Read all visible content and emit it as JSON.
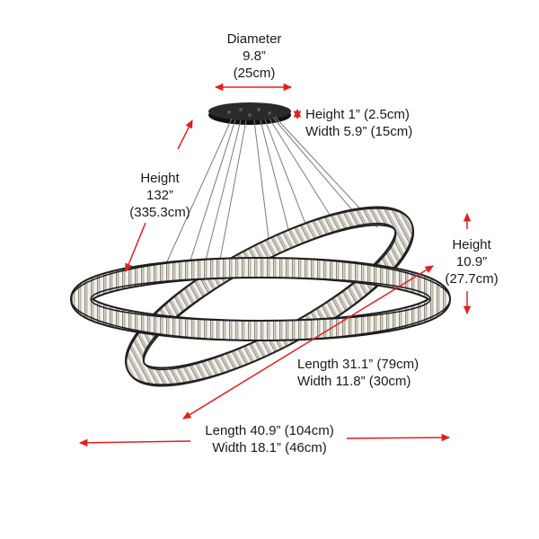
{
  "colors": {
    "arrow": "#e02020",
    "fixture_metal": "#1c1c1c",
    "crystal_light": "#e9e6e0",
    "crystal_mid": "#b9b4ab",
    "crystal_dark": "#6d6860",
    "wire": "#7a7a7a",
    "text": "#1a1a1a"
  },
  "labels": {
    "canopy_diameter": {
      "title": "Diameter",
      "inches": "9.8”",
      "cm": "(25cm)"
    },
    "canopy_height": {
      "height": "Height 1” (2.5cm)",
      "width": "Width 5.9” (15cm)"
    },
    "overall_height": {
      "title": "Height",
      "inches": "132”",
      "cm": "(335.3cm)"
    },
    "ring_height": {
      "title": "Height",
      "inches": "10.9”",
      "cm": "(27.7cm)"
    },
    "small_ring": {
      "length": "Length 31.1” (79cm)",
      "width": "Width 11.8”  (30cm)"
    },
    "large_ring": {
      "length": "Length 40.9” (104cm)",
      "width": "Width 18.1”  (46cm)"
    }
  }
}
